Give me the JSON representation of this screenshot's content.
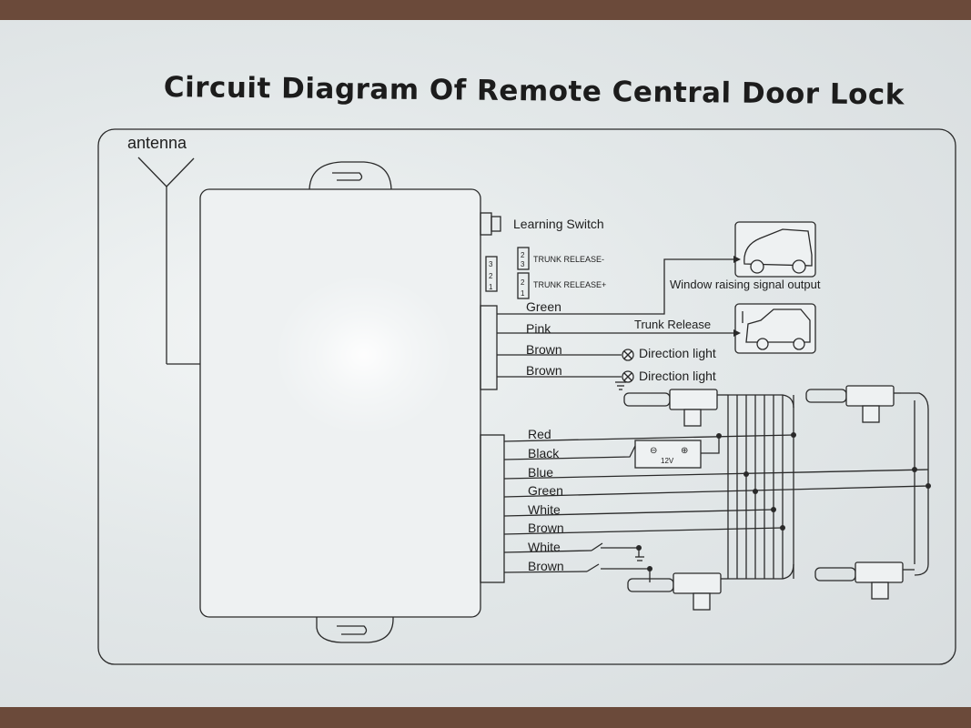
{
  "title": "Circuit Diagram Of Remote Central Door Lock",
  "labels": {
    "antenna": "antenna",
    "learning_switch": "Learning Switch",
    "trunk_release_minus": "TRUNK RELEASE-",
    "trunk_release_plus": "TRUNK RELEASE+",
    "window_output": "Window raising signal output",
    "trunk_release": "Trunk Release",
    "direction_light_1": "Direction light",
    "direction_light_2": "Direction light",
    "battery": "12V",
    "battery_minus": "⊖",
    "battery_plus": "⊕",
    "pin_1": "1",
    "pin_2": "2",
    "pin_3": "3"
  },
  "upper_wires": [
    "Green",
    "Pink",
    "Brown",
    "Brown"
  ],
  "lower_wires": [
    "Red",
    "Black",
    "Blue",
    "Green",
    "White",
    "Brown",
    "White",
    "Brown"
  ]
}
